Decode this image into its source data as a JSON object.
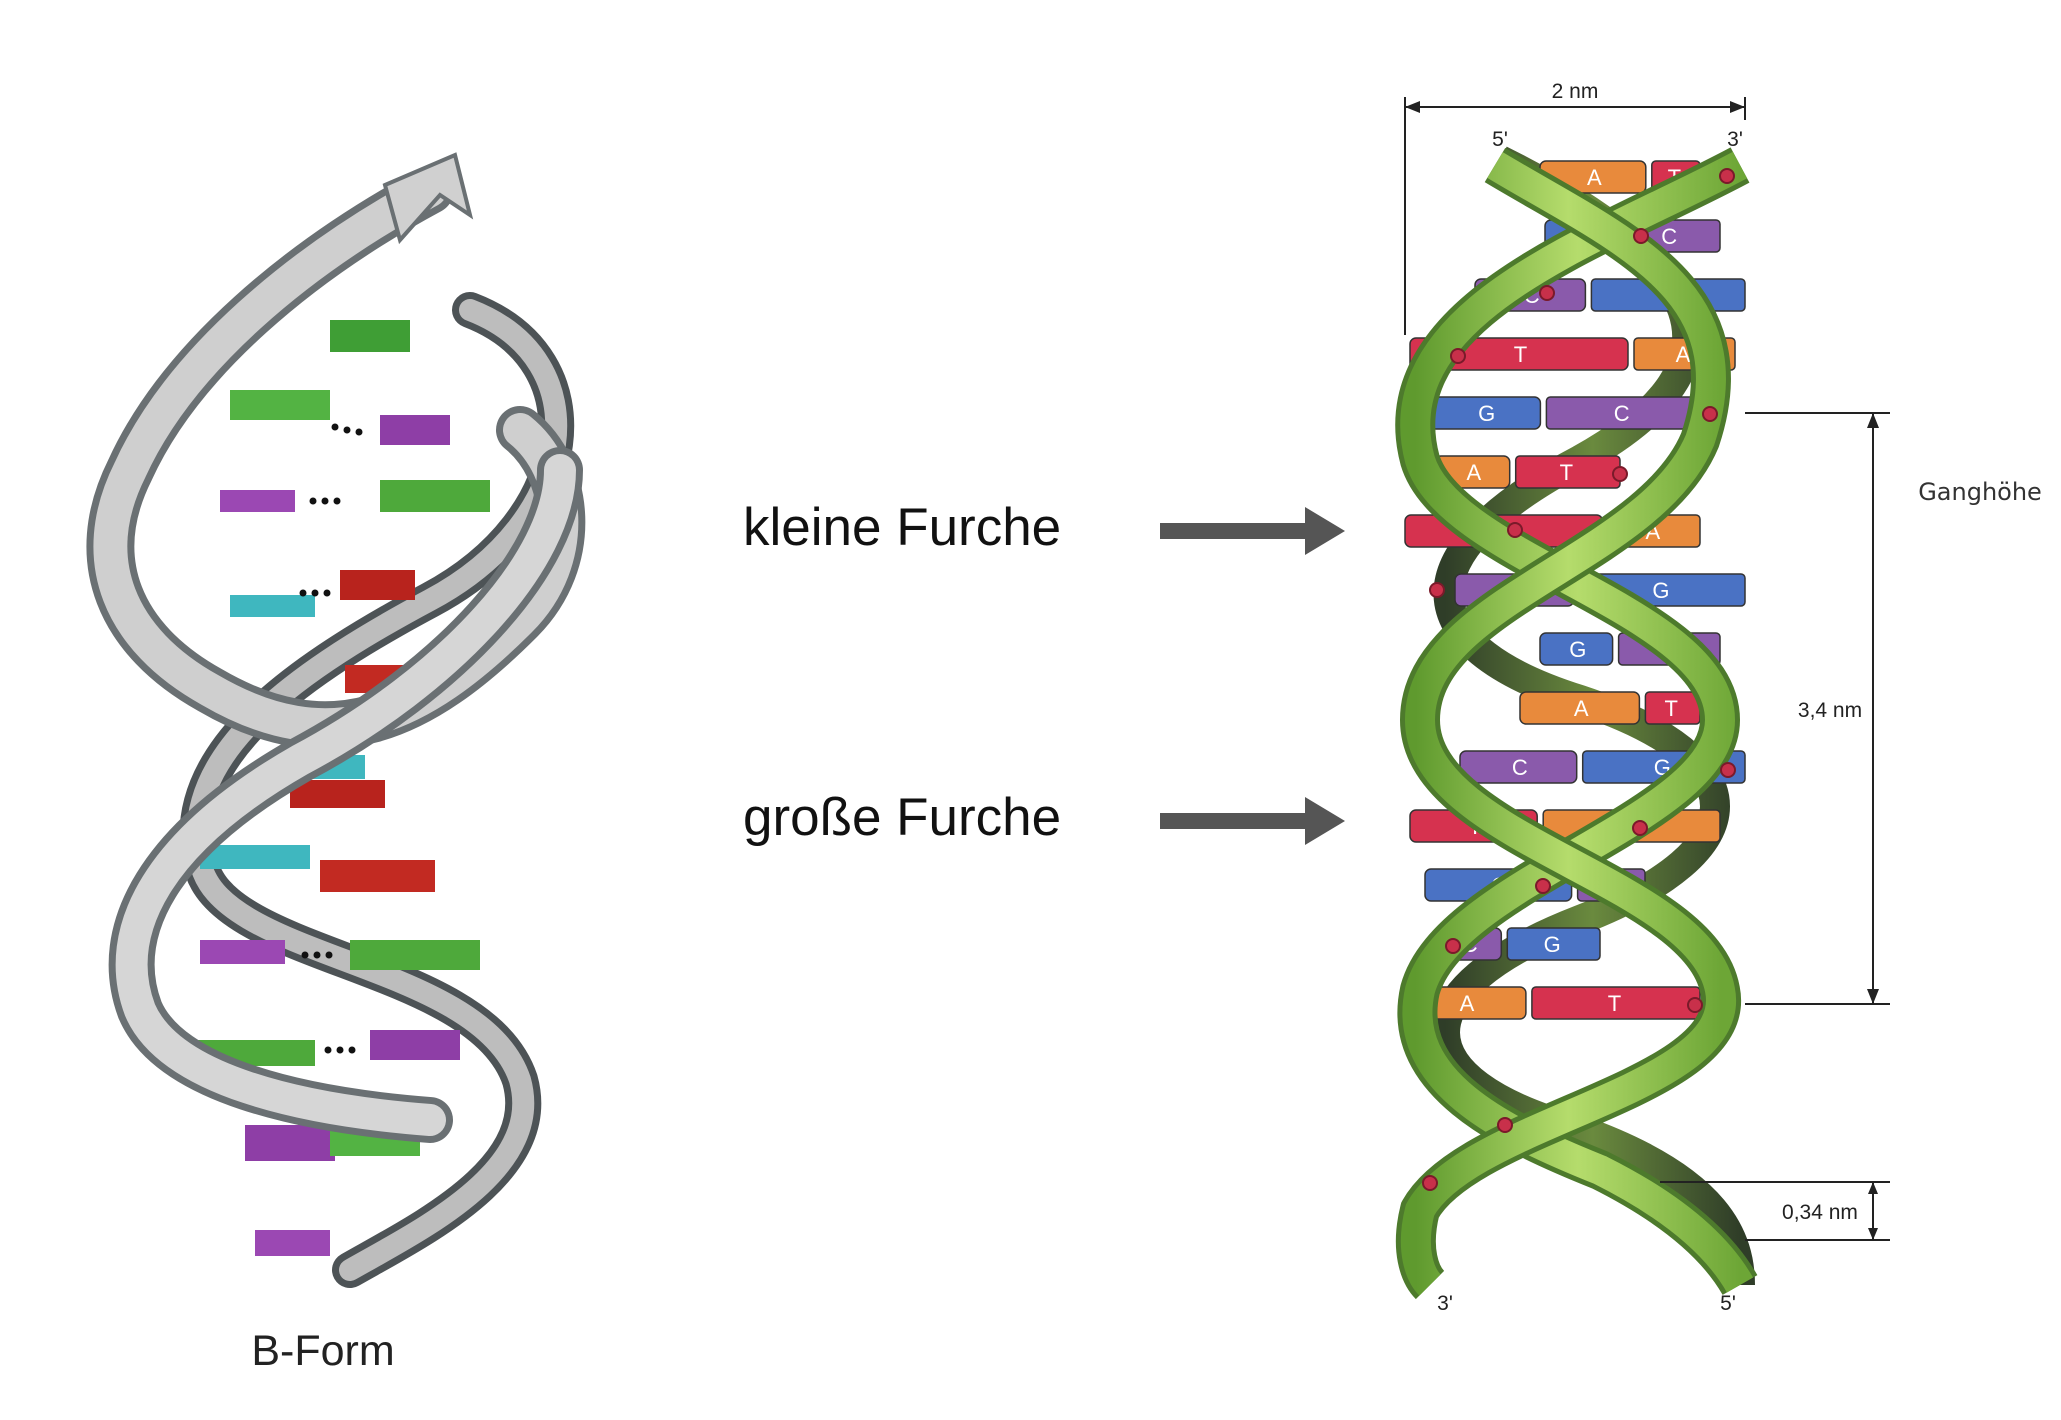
{
  "left_model": {
    "caption": "B-Form"
  },
  "grooves": {
    "minor": {
      "label": "kleine Furche"
    },
    "major": {
      "label": "große Furche"
    }
  },
  "schematic": {
    "width_label": "2 nm",
    "pitch_label": "Ganghöhe",
    "pitch_value": "3,4 nm",
    "rise_value": "0,34 nm",
    "top_left_end": "5'",
    "top_right_end": "3'",
    "bottom_left_end": "3'",
    "bottom_right_end": "5'",
    "base_pairs": [
      [
        "A",
        "T"
      ],
      [
        "G",
        "C"
      ],
      [
        "C",
        "G"
      ],
      [
        "T",
        "A"
      ],
      [
        "G",
        "C"
      ],
      [
        "A",
        "T"
      ],
      [
        "T",
        "A"
      ],
      [
        "C",
        "G"
      ],
      [
        "G",
        "C"
      ],
      [
        "A",
        "T"
      ],
      [
        "C",
        "G"
      ],
      [
        "T",
        "A"
      ],
      [
        "G",
        "C"
      ],
      [
        "C",
        "G"
      ],
      [
        "A",
        "T"
      ]
    ]
  },
  "colors": {
    "A": "#e88a3c",
    "T": "#d6324f",
    "G": "#4a72c4",
    "C": "#8a5aab",
    "backbone": "#8cc63f",
    "backbone_dark": "#4a7a2a",
    "phosphate": "#c8304a",
    "arrow": "#555555",
    "ribbon": "#c9c9c9"
  }
}
